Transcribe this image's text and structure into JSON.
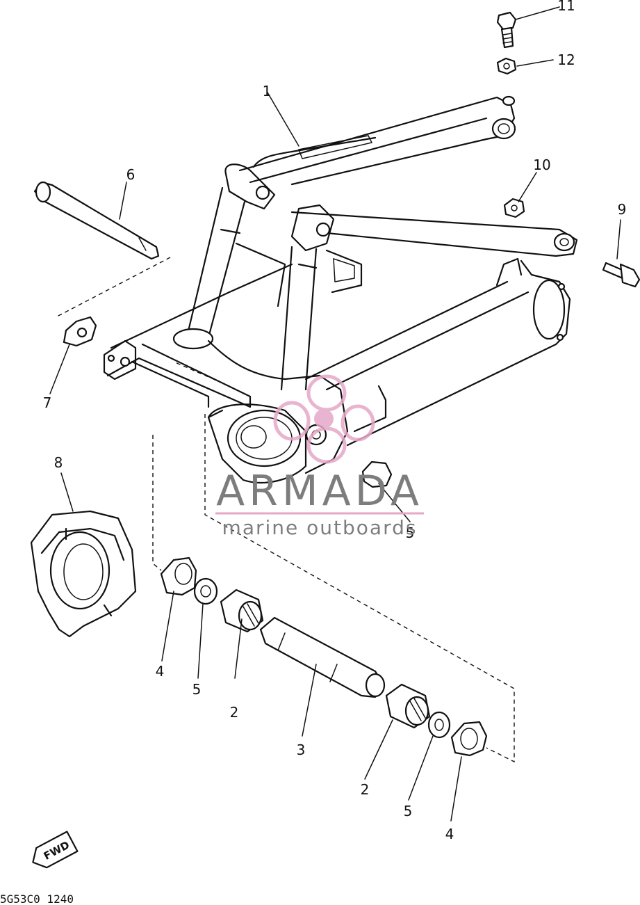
{
  "callouts": [
    "1",
    "2",
    "2",
    "3",
    "4",
    "4",
    "5",
    "5",
    "5",
    "6",
    "7",
    "8",
    "9",
    "10",
    "11",
    "12"
  ],
  "watermark": {
    "brand": "ARMADA",
    "tagline": "marine outboards",
    "pink": "#e6a7c7",
    "gray": "#7d7d7d"
  },
  "footer": {
    "direction_tag": "FWD",
    "figure_code": "5G53C0  1240"
  }
}
